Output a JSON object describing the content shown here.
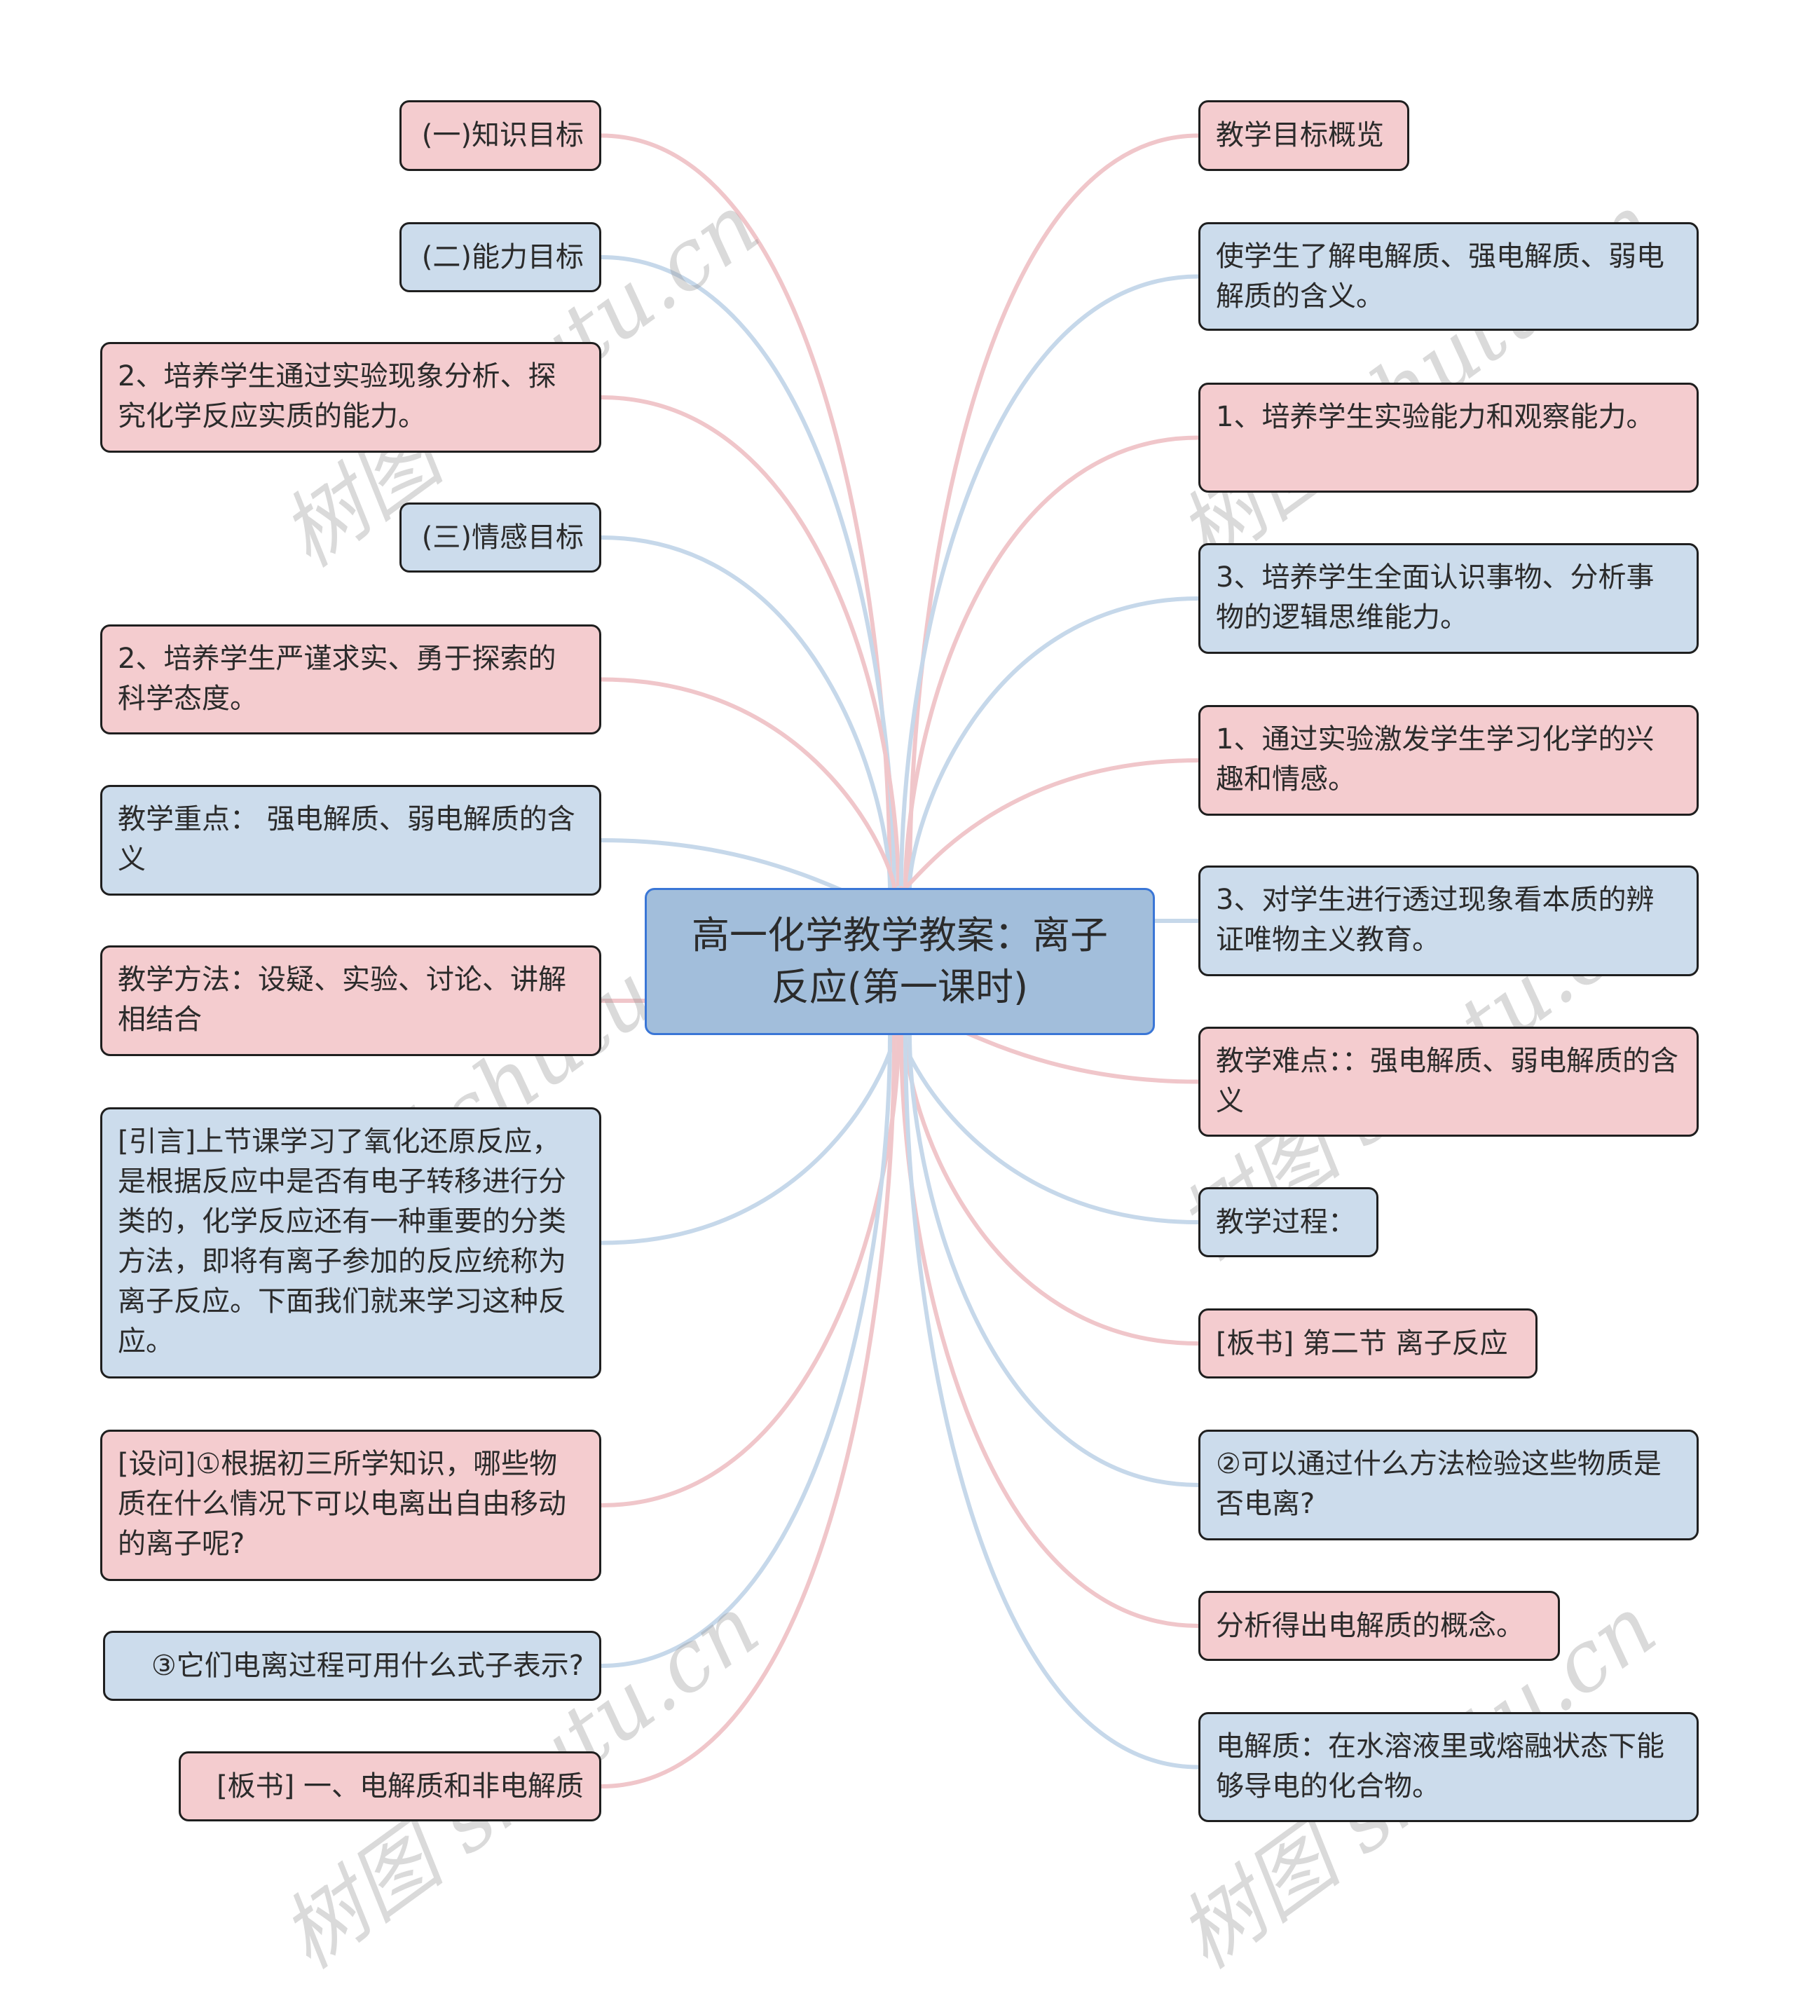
{
  "colors": {
    "pink_fill": "#f4cccf",
    "blue_fill": "#ccdcec",
    "center_fill": "#a2bedb",
    "center_border": "#3a76d6",
    "pink_link": "#f0c6ca",
    "blue_link": "#c6d8ea",
    "node_border": "#1f1f1f"
  },
  "central_topic": "高一化学教学教案：离子反应(第一课时)",
  "left_nodes": [
    {
      "text": "(一)知识目标",
      "color": "pink"
    },
    {
      "text": "(二)能力目标",
      "color": "blue"
    },
    {
      "text": "2、培养学生通过实验现象分析、探究化学反应实质的能力。",
      "color": "pink"
    },
    {
      "text": "(三)情感目标",
      "color": "blue"
    },
    {
      "text": "2、培养学生严谨求实、勇于探索的科学态度。",
      "color": "pink"
    },
    {
      "text": "教学重点： 强电解质、弱电解质的含义",
      "color": "blue"
    },
    {
      "text": "教学方法：设疑、实验、讨论、讲解相结合",
      "color": "pink"
    },
    {
      "text": "[引言]上节课学习了氧化还原反应，是根据反应中是否有电子转移进行分类的，化学反应还有一种重要的分类方法，即将有离子参加的反应统称为离子反应。下面我们就来学习这种反应。",
      "color": "blue"
    },
    {
      "text": "[设问]①根据初三所学知识，哪些物质在什么情况下可以电离出自由移动的离子呢?",
      "color": "pink"
    },
    {
      "text": "③它们电离过程可用什么式子表示?",
      "color": "blue"
    },
    {
      "text": "[板书] 一、电解质和非电解质",
      "color": "pink"
    }
  ],
  "right_nodes": [
    {
      "text": "教学目标概览",
      "color": "pink"
    },
    {
      "text": "使学生了解电解质、强电解质、弱电解质的含义。",
      "color": "blue"
    },
    {
      "text": "1、培养学生实验能力和观察能力。",
      "color": "pink"
    },
    {
      "text": "3、培养学生全面认识事物、分析事物的逻辑思维能力。",
      "color": "blue"
    },
    {
      "text": "1、通过实验激发学生学习化学的兴趣和情感。",
      "color": "pink"
    },
    {
      "text": "3、对学生进行透过现象看本质的辨证唯物主义教育。",
      "color": "blue"
    },
    {
      "text": "教学难点：：强电解质、弱电解质的含义",
      "color": "pink"
    },
    {
      "text": "教学过程：",
      "color": "blue"
    },
    {
      "text": "[板书] 第二节 离子反应",
      "color": "pink"
    },
    {
      "text": "②可以通过什么方法检验这些物质是否电离?",
      "color": "blue"
    },
    {
      "text": "分析得出电解质的概念。",
      "color": "pink"
    },
    {
      "text": "电解质：在水溶液里或熔融状态下能够导电的化合物。",
      "color": "blue"
    }
  ],
  "watermark": "树图 shutu.cn"
}
